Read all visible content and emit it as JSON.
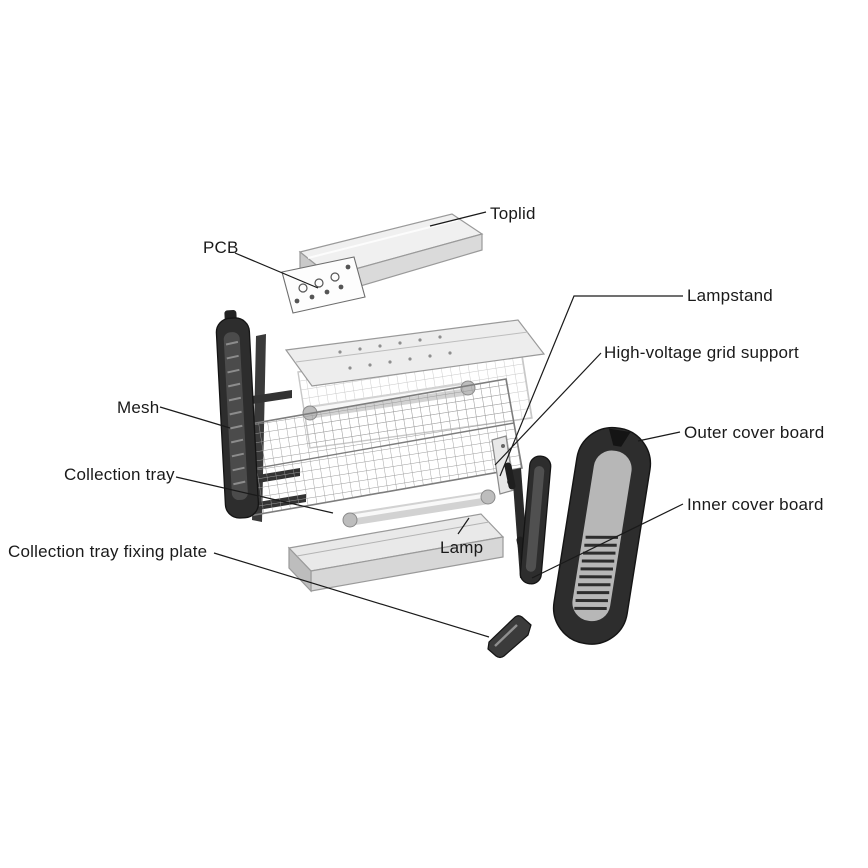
{
  "diagram": {
    "type": "exploded-view",
    "subject": "insect killer lamp assembly",
    "background": "#ffffff",
    "colors": {
      "ink": "#1a1a1a",
      "dark_plastic": "#2d2d2d",
      "dark_edge": "#141414",
      "metal_light": "#ededed",
      "metal_mid": "#d7d7d7",
      "metal_dark": "#c9c9c9",
      "pcb_face": "#fdfdfd",
      "cover_stripe": "#b7b7b7"
    },
    "labels": [
      {
        "id": "toplid",
        "text": "Toplid"
      },
      {
        "id": "pcb",
        "text": "PCB"
      },
      {
        "id": "lampstand",
        "text": "Lampstand"
      },
      {
        "id": "hv-grid-support",
        "text": "High-voltage grid support"
      },
      {
        "id": "mesh",
        "text": "Mesh"
      },
      {
        "id": "outer-cover-board",
        "text": "Outer cover board"
      },
      {
        "id": "collection-tray",
        "text": "Collection tray"
      },
      {
        "id": "inner-cover-board",
        "text": "Inner cover board"
      },
      {
        "id": "lamp",
        "text": "Lamp"
      },
      {
        "id": "fixing-plate",
        "text": "Collection tray fixing plate"
      }
    ]
  }
}
